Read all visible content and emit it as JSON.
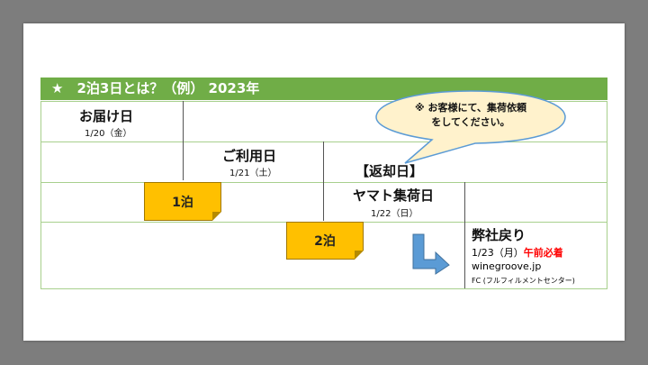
{
  "header": {
    "title": "★　2泊3日とは？（例） 2023年"
  },
  "bubble": {
    "line1": "※ お客様にて、集荷依頼",
    "line2": "をしてください。"
  },
  "delivery": {
    "label": "お届け日",
    "date": "1/20（金）"
  },
  "usage": {
    "label": "ご利用日",
    "date": "1/21（土）"
  },
  "return_heading": "【返却日】",
  "pickup": {
    "label": "ヤマト集荷日",
    "date": "1/22（日）"
  },
  "nights": {
    "one": "1泊",
    "two": "2泊"
  },
  "office": {
    "label": "弊社戻り",
    "date": "1/23（月）",
    "deadline": "午前必着",
    "site": "winegroove.jp",
    "center": "FC (フルフィルメントセンター)"
  },
  "colors": {
    "header_bg": "#70ad47",
    "grid_line": "#a8d08d",
    "note_bg": "#ffc000",
    "bubble_bg": "#fff2cc",
    "arrow": "#5b9bd5",
    "deadline": "#ff0000"
  },
  "icons": [
    "star-icon",
    "arrow-right-icon"
  ]
}
